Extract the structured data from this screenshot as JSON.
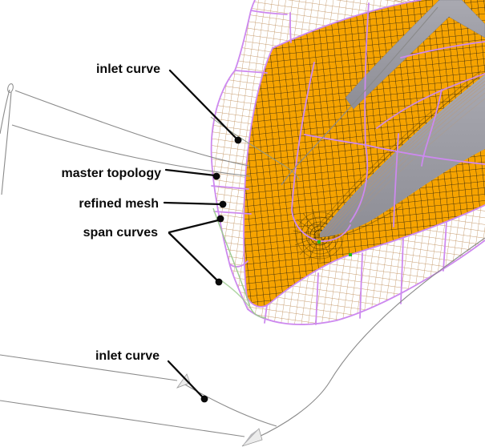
{
  "annotations": {
    "inlet_curve_top": {
      "label": "inlet curve"
    },
    "master_topology": {
      "label": "master topology"
    },
    "refined_mesh": {
      "label": "refined mesh"
    },
    "span_curves": {
      "label": "span curves"
    },
    "inlet_curve_bottom": {
      "label": "inlet curve"
    }
  },
  "markers": {
    "callout_dots": 6,
    "curve_end_arrows": 2
  },
  "colors": {
    "callout": "#0a0a0a",
    "purple": "#cd89ef",
    "tan": "#c59a6b",
    "orange": "#f6a300",
    "blade": "#9a9aa2",
    "green": "#9ccb8f",
    "construction": "#8a8a8a"
  }
}
